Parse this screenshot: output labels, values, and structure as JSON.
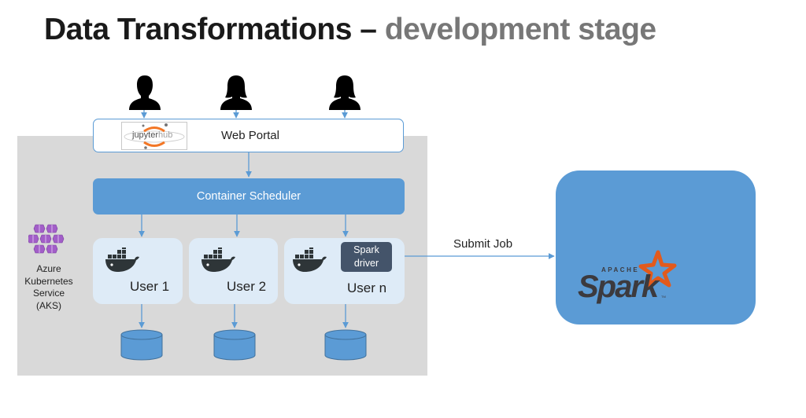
{
  "title": {
    "main": "Data Transformations –",
    "sub": "development stage"
  },
  "users": [
    {
      "icon": "male-user-icon"
    },
    {
      "icon": "female-user-icon"
    },
    {
      "icon": "female-user-icon"
    }
  ],
  "web_portal": {
    "logo_text_main": "jupyter",
    "logo_text_sub": "hub",
    "label": "Web Portal"
  },
  "scheduler": {
    "label": "Container Scheduler"
  },
  "user_containers": [
    {
      "label": "User 1"
    },
    {
      "label": "User 2"
    },
    {
      "label": "User n",
      "badge_line1": "Spark",
      "badge_line2": "driver"
    }
  ],
  "aks": {
    "line1": "Azure",
    "line2": "Kubernetes",
    "line3": "Service",
    "line4": "(AKS)"
  },
  "edge_label": "Submit Job",
  "spark": {
    "apache": "APACHE",
    "name": "Spark",
    "tm": "TM"
  },
  "colors": {
    "accent_blue": "#5b9bd5",
    "light_blue": "#deebf7",
    "driver_slate": "#44546a",
    "region_gray": "#d9d9d9",
    "aks_purple": "#a25ec8",
    "spark_orange": "#e25a1c",
    "spark_dark": "#3c3a3e",
    "jupyter_orange": "#f37726"
  }
}
